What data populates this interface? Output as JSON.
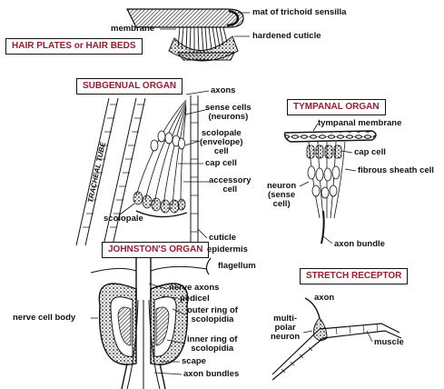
{
  "organs": {
    "hair_plates": {
      "title": "HAIR PLATES or HAIR BEDS",
      "labels": {
        "membrane": "membrane",
        "mat": "mat of trichoid sensilla",
        "cuticle": "hardened cuticle"
      }
    },
    "subgenual": {
      "title": "SUBGENUAL ORGAN",
      "tube": "TRACHEAL TUBE",
      "labels": {
        "axons": "axons",
        "sense_cells": "sense cells\n(neurons)",
        "scolopale_cell": "scolopale\n(envelope)\ncell",
        "cap_cell": "cap cell",
        "accessory_cell": "accessory\ncell",
        "scolopale": "scolopale",
        "cuticle": "cuticle",
        "epidermis": "epidermis"
      }
    },
    "tympanal": {
      "title": "TYMPANAL ORGAN",
      "labels": {
        "membrane": "tympanal membrane",
        "cap_cell": "cap cell",
        "sheath": "fibrous sheath cell",
        "neuron": "neuron\n(sense\ncell)",
        "axon_bundle": "axon bundle"
      }
    },
    "johnston": {
      "title": "JOHNSTON'S ORGAN",
      "labels": {
        "flagellum": "flagellum",
        "nerve_axons": "nerve axons",
        "pedicel": "pedicel",
        "nerve_cell_body": "nerve cell body",
        "outer_ring": "outer ring of\nscolopidia",
        "inner_ring": "inner ring of\nscolopidia",
        "scape": "scape",
        "axon_bundles": "axon bundles"
      }
    },
    "stretch": {
      "title": "STRETCH RECEPTOR",
      "labels": {
        "axon": "axon",
        "neuron": "multi-\npolar\nneuron",
        "muscle": "muscle"
      }
    }
  },
  "colors": {
    "title_text": "#9b1b30",
    "ink": "#111111"
  }
}
